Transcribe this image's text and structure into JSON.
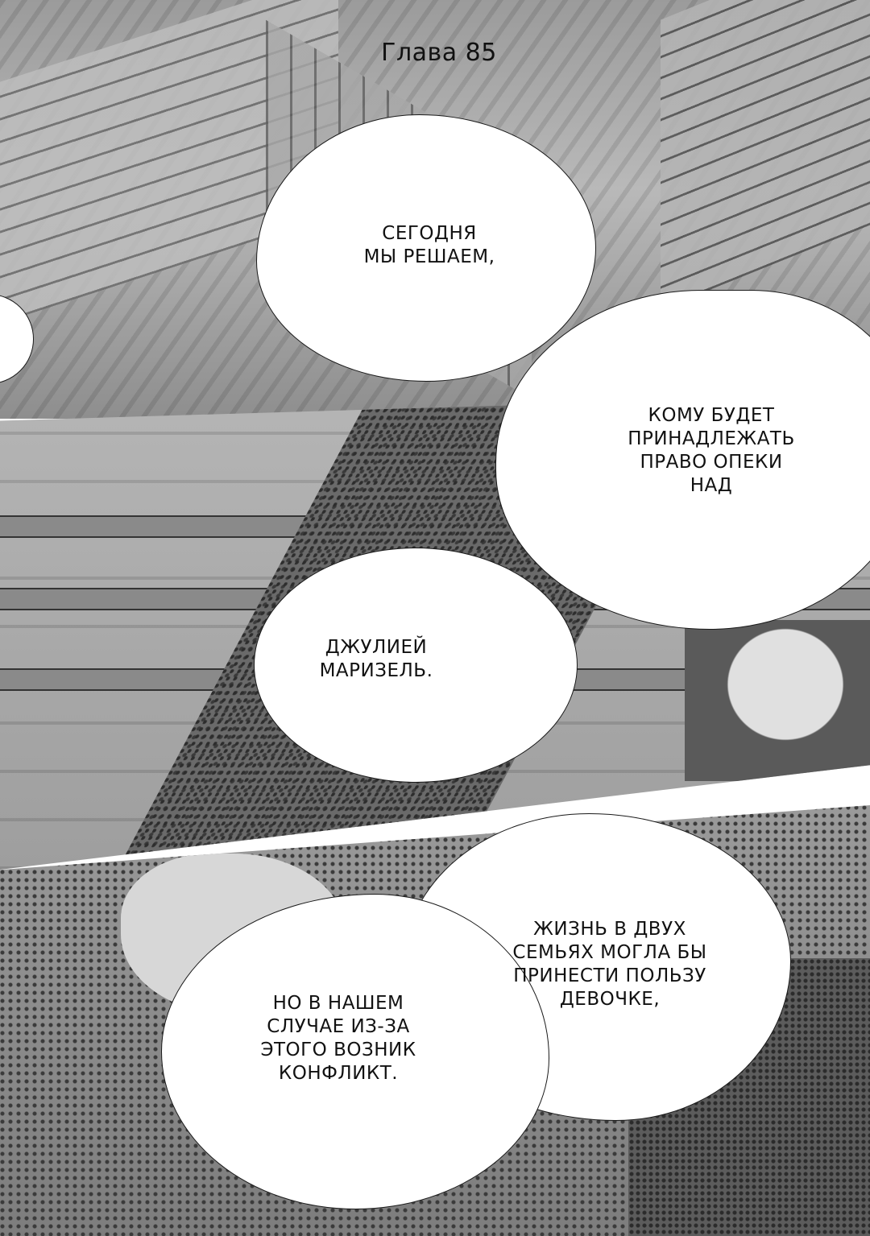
{
  "header": {
    "chapter": "Глава 85"
  },
  "dialogue": [
    "Сегодня\nмы решаем,",
    "кому будет\nпринадлежать\nправо опеки\nнад",
    "Джулией\nМаризель.",
    "Жизнь в двух\nсемьях могла бы\nпринести пользу\nдевочке,",
    "но в нашем\nслучае из-за\nэтого возник\nконфликт."
  ]
}
